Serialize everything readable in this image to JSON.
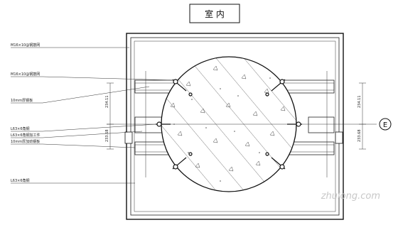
{
  "title": "室 内",
  "axis_marker": "E",
  "watermark": "zhulong.com",
  "labels": [
    "M16×10@钢筋网",
    "M16×10@钢筋网",
    "10mm厚钢板",
    "L63×6角钢",
    "L63×6角钢加工件",
    "10mm厚加劲钢板",
    "L63×6角钢"
  ],
  "dims": {
    "left_upper": "234.11",
    "left_lower": "233.68",
    "right_upper": "234.11",
    "right_lower": "233.68"
  },
  "colors": {
    "line": "#222222",
    "background": "#ffffff",
    "watermark": "#c8c8c8"
  }
}
